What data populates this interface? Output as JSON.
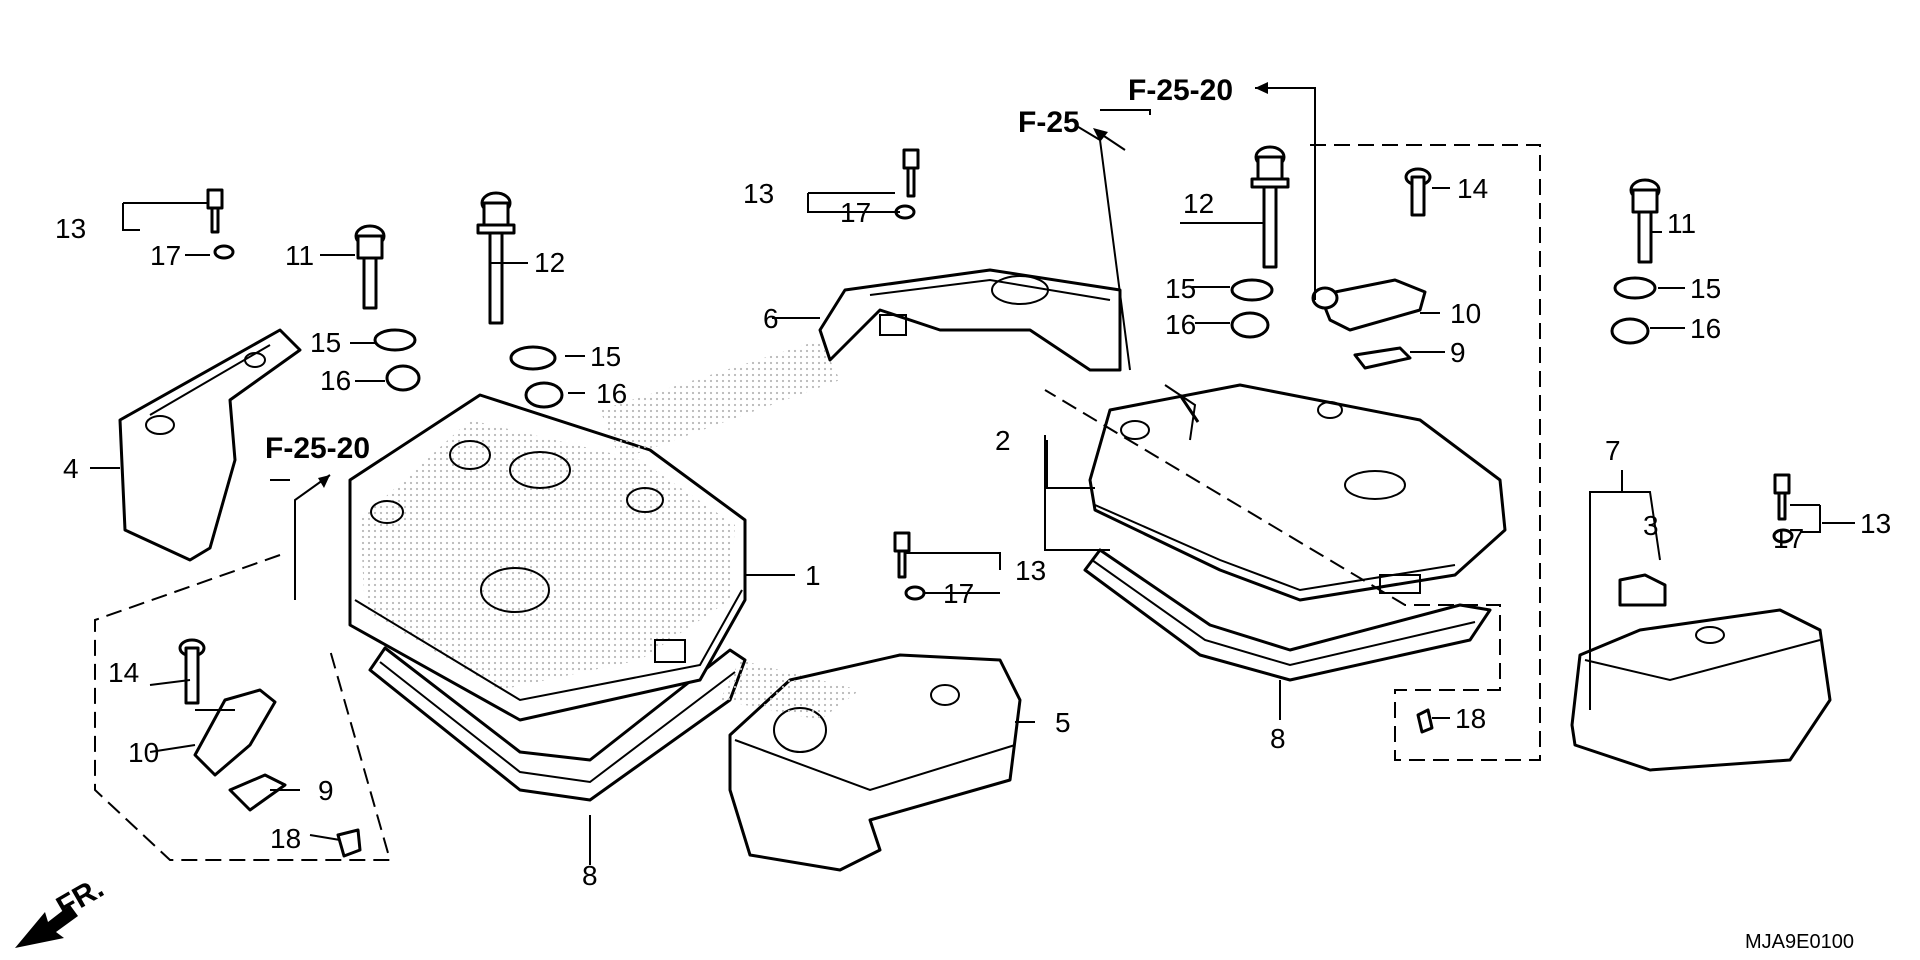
{
  "labels": {
    "l1": "1",
    "l2": "2",
    "l3": "3",
    "l4": "4",
    "l5": "5",
    "l6": "6",
    "l7": "7",
    "l8": "8",
    "l9": "9",
    "l10": "10",
    "l11": "11",
    "l12": "12",
    "l13": "13",
    "l14": "14",
    "l15": "15",
    "l16": "16",
    "l17": "17",
    "l18": "18"
  },
  "refs": {
    "f25": "F-25",
    "f2520": "F-25-20"
  },
  "direction": {
    "front": "FR."
  },
  "diagram_code": "MJA9E0100",
  "colors": {
    "line": "#000000",
    "background": "#ffffff",
    "dots": "#b8b8b8"
  }
}
